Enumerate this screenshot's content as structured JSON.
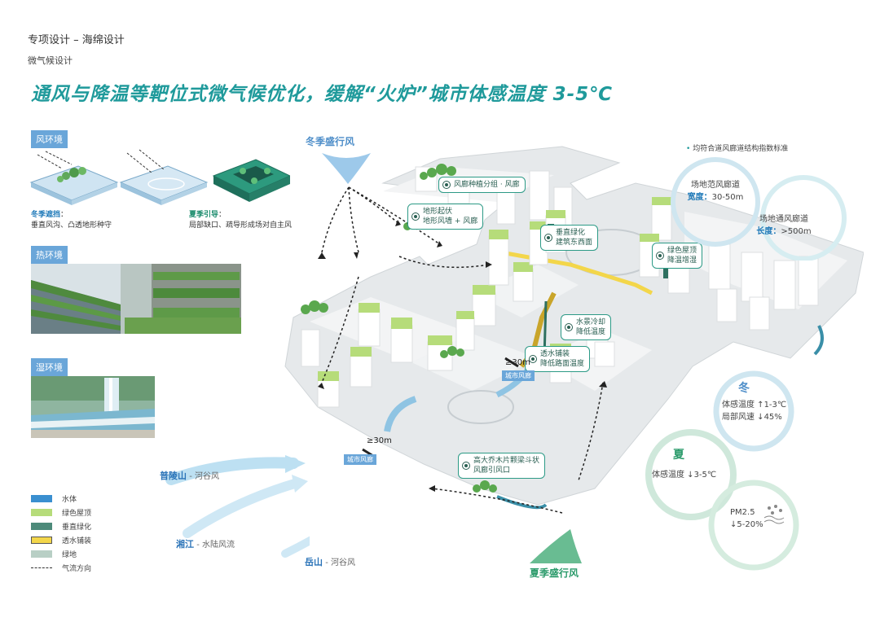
{
  "header": {
    "section": "专项设计 – 海绵设计",
    "subsection": "微气候设计"
  },
  "title": "通风与降温等靶位式微气候优化，缓解“火炉”城市体感温度 3-5℃",
  "panels": {
    "wind": {
      "tag": "风环境",
      "winter_title": "冬季遮挡",
      "winter_desc": "垂直风沟、凸透地形种守",
      "summer_title": "夏季引导",
      "summer_desc": "局部缺口、疏导形成场对自主风"
    },
    "heat": {
      "tag": "热环境"
    },
    "humidity": {
      "tag": "湿环境"
    }
  },
  "winds": {
    "winter": "冬季盛行风",
    "summer": "夏季盛行风",
    "w1_bold": "普陵山",
    "w1_rest": "- 河谷风",
    "w2_bold": "湘江",
    "w2_rest": "- 水陆风流",
    "w3_bold": "岳山",
    "w3_rest": "- 河谷风"
  },
  "callouts": {
    "c1": "风廊种植分组 · 风廊",
    "c2_line1": "地形起伏",
    "c2_line2": "地形风墙 + 风廊",
    "c3_line1": "垂直绿化",
    "c3_line2": "建筑东西面",
    "c4_line1": "绿色屋顶",
    "c4_line2": "降温增湿",
    "c5_line1": "水景冷却",
    "c5_line2": "降低温度",
    "c6_line1": "透水铺装",
    "c6_line2": "降低路面温度",
    "c7_line1": "高大乔木片颗梁斗状",
    "c7_line2": "风廊引风口"
  },
  "map_labels": {
    "gap1": "≥30m",
    "gap2": "≥30m",
    "tag1": "城市风廊",
    "tag2": "城市风廊"
  },
  "standards": {
    "heading": "均符合道风廊道结构指数标准",
    "c1_line1": "场地范风廊道",
    "c1_bold": "宽度：",
    "c1_value": "30-50m",
    "c2_line1": "场地通风廊道",
    "c2_bold": "长度：",
    "c2_value": ">500m"
  },
  "effects": {
    "winter_mark": "冬",
    "winter_l1": "体感温度",
    "winter_v1": "1-3℃",
    "winter_l2": "局部风速",
    "winter_v2": "45%",
    "summer_mark": "夏",
    "summer_l1": "体感温度",
    "summer_v1": "3-5℃",
    "pm_label": "PM2.5",
    "pm_value": "5-20%"
  },
  "legend": [
    {
      "label": "水体",
      "color": "#3a8fd0"
    },
    {
      "label": "绿色屋顶",
      "color": "#b6dc7a"
    },
    {
      "label": "垂直绿化",
      "color": "#4d8a7a"
    },
    {
      "label": "透水铺装",
      "color": "#f3d64a"
    },
    {
      "label": "绿地",
      "color": "#b8cfc5"
    },
    {
      "label": "气流方向",
      "color": "#333333"
    }
  ],
  "colors": {
    "accent": "#1f9a9b",
    "roof_green": "#b6dc7a",
    "water": "#3a8fd0",
    "road": "#e3e6e8",
    "building": "#f4f5f6"
  }
}
